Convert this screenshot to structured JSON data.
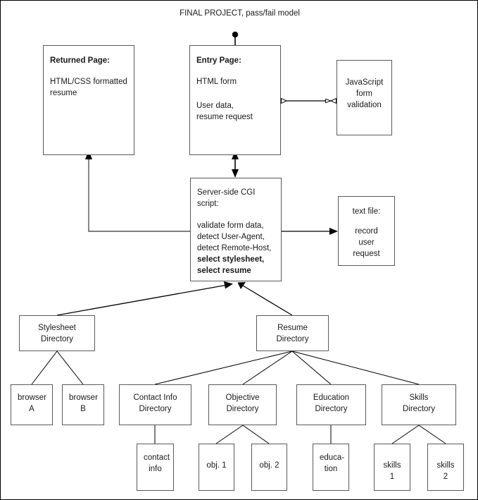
{
  "diagram": {
    "title": "FINAL PROJECT, pass/fail model",
    "type": "architecture-flow-diagram",
    "colors": {
      "box_border": "#5a5a5a",
      "connector": "#000000",
      "background": "#ffffff",
      "text": "#1a1a1a"
    }
  },
  "nodes": {
    "returned_page": {
      "heading": "Returned Page:",
      "body": "HTML/CSS formatted\nresume"
    },
    "entry_page": {
      "heading": "Entry Page:",
      "body_1": "HTML form",
      "body_2": "User data,\nresume request"
    },
    "javascript_validation": {
      "label": "JavaScript\nform\nvalidation"
    },
    "cgi_script": {
      "heading": "Server-side CGI\nscript:",
      "body_plain": "validate form data,\ndetect User-Agent,\ndetect Remote-Host,",
      "body_bold": "select stylesheet,\nselect resume"
    },
    "text_file": {
      "heading": "text file:",
      "body": "record\nuser request"
    },
    "stylesheet_directory": {
      "label": "Stylesheet\nDirectory"
    },
    "browser_a": {
      "label": "browser\nA"
    },
    "browser_b": {
      "label": "browser\nB"
    },
    "resume_directory": {
      "label": "Resume\nDirectory"
    },
    "contact_info_directory": {
      "label": "Contact Info\nDirectory"
    },
    "objective_directory": {
      "label": "Objective\nDirectory"
    },
    "education_directory": {
      "label": "Education\nDirectory"
    },
    "skills_directory": {
      "label": "Skills\nDirectory"
    },
    "contact_info_file": {
      "label": "contact\ninfo"
    },
    "obj_1": {
      "label": "obj. 1"
    },
    "obj_2": {
      "label": "obj. 2"
    },
    "education_file": {
      "label": "educa-\ntion"
    },
    "skills_1": {
      "label": "skills 1"
    },
    "skills_2": {
      "label": "skills 2"
    }
  },
  "connectors": [
    {
      "name": "start-to-entry-page",
      "from": "start-dot",
      "to": "entry_page",
      "style": "solid-line-with-dot-origin"
    },
    {
      "name": "entry-page-to-javascript",
      "from": "entry_page",
      "to": "javascript_validation",
      "style": "hollow-double-arrow"
    },
    {
      "name": "entry-page-to-cgi",
      "from": "entry_page",
      "to": "cgi_script",
      "style": "filled-double-arrow"
    },
    {
      "name": "cgi-to-returned-page",
      "from": "cgi_script",
      "to": "returned_page",
      "style": "elbow-filled-arrow"
    },
    {
      "name": "cgi-to-text-file",
      "from": "cgi_script",
      "to": "text_file",
      "style": "filled-arrow"
    },
    {
      "name": "stylesheet-dir-to-cgi",
      "from": "stylesheet_directory",
      "to": "cgi_script",
      "style": "filled-arrow"
    },
    {
      "name": "resume-dir-to-cgi",
      "from": "resume_directory",
      "to": "cgi_script",
      "style": "filled-arrow"
    },
    {
      "name": "stylesheet-dir-to-browser-a",
      "from": "stylesheet_directory",
      "to": "browser_a",
      "style": "plain-line"
    },
    {
      "name": "stylesheet-dir-to-browser-b",
      "from": "stylesheet_directory",
      "to": "browser_b",
      "style": "plain-line"
    },
    {
      "name": "resume-dir-to-contact-info-dir",
      "from": "resume_directory",
      "to": "contact_info_directory",
      "style": "plain-line"
    },
    {
      "name": "resume-dir-to-objective-dir",
      "from": "resume_directory",
      "to": "objective_directory",
      "style": "plain-line"
    },
    {
      "name": "resume-dir-to-education-dir",
      "from": "resume_directory",
      "to": "education_directory",
      "style": "plain-line"
    },
    {
      "name": "resume-dir-to-skills-dir",
      "from": "resume_directory",
      "to": "skills_directory",
      "style": "plain-line"
    },
    {
      "name": "contact-info-dir-to-contact-info-file",
      "from": "contact_info_directory",
      "to": "contact_info_file",
      "style": "plain-line"
    },
    {
      "name": "objective-dir-to-obj-1",
      "from": "objective_directory",
      "to": "obj_1",
      "style": "plain-line"
    },
    {
      "name": "objective-dir-to-obj-2",
      "from": "objective_directory",
      "to": "obj_2",
      "style": "plain-line"
    },
    {
      "name": "education-dir-to-education-file",
      "from": "education_directory",
      "to": "education_file",
      "style": "plain-line"
    },
    {
      "name": "skills-dir-to-skills-1",
      "from": "skills_directory",
      "to": "skills_1",
      "style": "plain-line"
    },
    {
      "name": "skills-dir-to-skills-2",
      "from": "skills_directory",
      "to": "skills_2",
      "style": "plain-line"
    }
  ]
}
